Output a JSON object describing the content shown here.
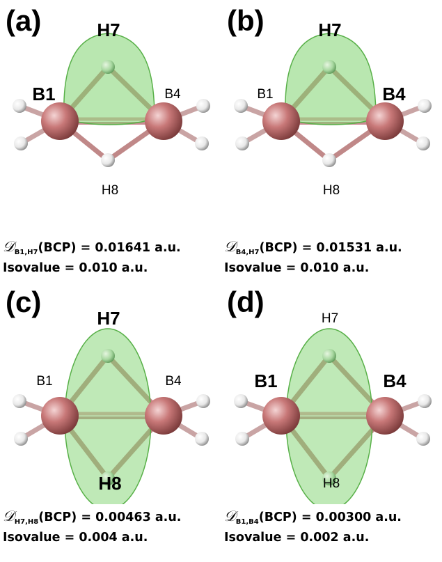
{
  "panels": [
    {
      "letter": "(a)",
      "labels": {
        "h7": "H7",
        "h8": "H8",
        "b1": "B1",
        "b4": "B4"
      },
      "bold": {
        "h7": true,
        "h8": false,
        "b1": true,
        "b4": false
      },
      "caption": {
        "symbol": "𝒟",
        "subscript": "B1,H7",
        "bcp": "(BCP) = 0.01641 a.u.",
        "isovalue": "Isovalue = 0.010 a.u."
      }
    },
    {
      "letter": "(b)",
      "labels": {
        "h7": "H7",
        "h8": "H8",
        "b1": "B1",
        "b4": "B4"
      },
      "bold": {
        "h7": true,
        "h8": false,
        "b1": false,
        "b4": true
      },
      "caption": {
        "symbol": "𝒟",
        "subscript": "B4,H7",
        "bcp": "(BCP) = 0.01531 a.u.",
        "isovalue": "Isovalue = 0.010 a.u."
      }
    },
    {
      "letter": "(c)",
      "labels": {
        "h7": "H7",
        "h8": "H8",
        "b1": "B1",
        "b4": "B4"
      },
      "bold": {
        "h7": true,
        "h8": true,
        "b1": false,
        "b4": false
      },
      "caption": {
        "symbol": "𝒟",
        "subscript": "H7,H8",
        "bcp": "(BCP) = 0.00463 a.u.",
        "isovalue": "Isovalue = 0.004 a.u."
      }
    },
    {
      "letter": "(d)",
      "labels": {
        "h7": "H7",
        "h8": "H8",
        "b1": "B1",
        "b4": "B4"
      },
      "bold": {
        "h7": false,
        "h8": false,
        "b1": true,
        "b4": true
      },
      "caption": {
        "symbol": "𝒟",
        "subscript": "B1,B4",
        "bcp": "(BCP) = 0.00300 a.u.",
        "isovalue": "Isovalue = 0.002 a.u."
      }
    }
  ],
  "colors": {
    "boron": "#c87878",
    "hydrogen": "#e8e8e8",
    "isosurface": "#7fd36f",
    "bond_bb": "#e0a0a8"
  }
}
